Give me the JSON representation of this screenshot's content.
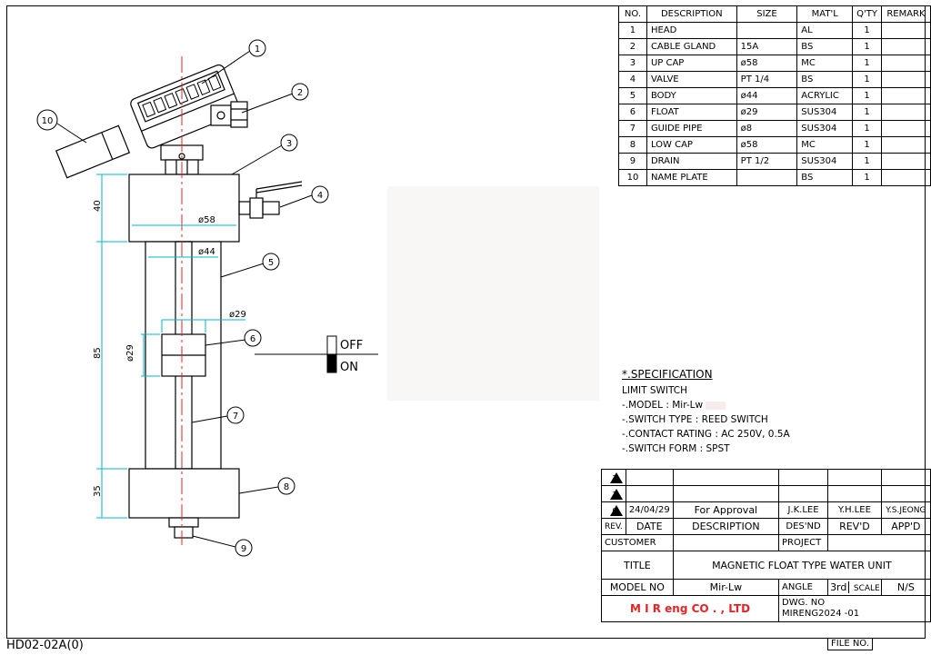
{
  "sheet_id": "HD02-02A(0)",
  "bom": {
    "headers": [
      "NO.",
      "DESCRIPTION",
      "SIZE",
      "MAT'L",
      "Q'TY",
      "REMARK"
    ],
    "rows": [
      [
        "1",
        "HEAD",
        "",
        "AL",
        "1",
        ""
      ],
      [
        "2",
        "CABLE GLAND",
        "15A",
        "BS",
        "1",
        ""
      ],
      [
        "3",
        "UP CAP",
        "ø58",
        "MC",
        "1",
        ""
      ],
      [
        "4",
        "VALVE",
        "PT 1/4",
        "BS",
        "1",
        ""
      ],
      [
        "5",
        "BODY",
        "ø44",
        "ACRYLIC",
        "1",
        ""
      ],
      [
        "6",
        "FLOAT",
        "ø29",
        "SUS304",
        "1",
        ""
      ],
      [
        "7",
        "GUIDE PIPE",
        "ø8",
        "SUS304",
        "1",
        ""
      ],
      [
        "8",
        "LOW CAP",
        "ø58",
        "MC",
        "1",
        ""
      ],
      [
        "9",
        "DRAIN",
        "PT 1/2",
        "SUS304",
        "1",
        ""
      ],
      [
        "10",
        "NAME PLATE",
        "",
        "BS",
        "1",
        ""
      ]
    ]
  },
  "spec": {
    "title": "*.SPECIFICATION",
    "subtitle": "LIMIT SWITCH",
    "model_label": "-.MODEL :",
    "model_value": "Mir-Lw",
    "lines": [
      "-.SWITCH TYPE : REED SWITCH",
      "-.CONTACT RATING : AC 250V, 0.5A",
      "-.SWITCH FORM : SPST"
    ]
  },
  "switch": {
    "off": "OFF",
    "on": "ON"
  },
  "dims": {
    "d58": "ø58",
    "d44": "ø44",
    "d29": "ø29",
    "h40": "40",
    "h85": "85",
    "h35": "35",
    "v29": "ø29"
  },
  "balloons": [
    "1",
    "2",
    "3",
    "4",
    "5",
    "6",
    "7",
    "8",
    "9",
    "10"
  ],
  "title_block": {
    "rev_marks": [
      "2",
      "1",
      "0"
    ],
    "rev0": {
      "date": "24/04/29",
      "desc": "For Approval",
      "des": "J.K.LEE",
      "rev": "Y.H.LEE",
      "app": "Y.S.JEONG"
    },
    "hdr": {
      "rev": "REV.",
      "date": "DATE",
      "desc": "DESCRIPTION",
      "des": "DES'ND",
      "revd": "REV'D",
      "app": "APP'D"
    },
    "customer_label": "CUSTOMER",
    "project_label": "PROJECT",
    "title_label": "TITLE",
    "title_value": "MAGNETIC FLOAT TYPE WATER UNIT",
    "model_label": "MODEL NO",
    "model_value": "Mir-Lw",
    "angle_label": "ANGLE",
    "angle_value": "3rd",
    "scale_label": "SCALE",
    "scale_value": "N/S",
    "company": "M I R eng CO . , LTD",
    "dwg_label": "DWG. NO",
    "dwg_value": "MIRENG2024 -01",
    "file_label": "FILE NO."
  }
}
